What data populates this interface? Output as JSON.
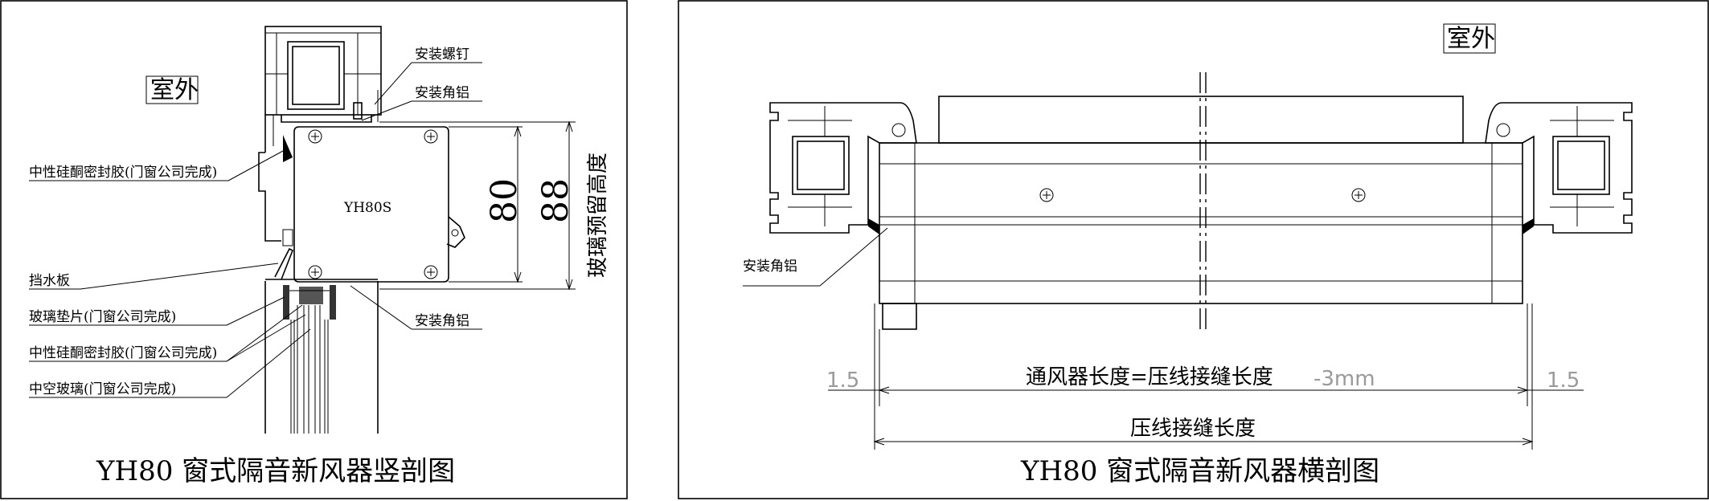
{
  "vertical_section": {
    "title": "YH80 窗式隔音新风器竖剖图",
    "outdoor_label": "室外",
    "unit_label": "YH80S",
    "dim_inner": "80",
    "dim_outer": "88",
    "dim_vertical_label": "玻璃预留高度",
    "callouts": {
      "screw": "安装螺钉",
      "bracket_top": "安装角铝",
      "bracket_bottom": "安装角铝",
      "sealant_1": "中性硅酮密封胶(门窗公司完成)",
      "water_board": "挡水板",
      "glass_pad": "玻璃垫片(门窗公司完成)",
      "sealant_2": "中性硅酮密封胶(门窗公司完成)",
      "insulated_glass": "中空玻璃(门窗公司完成)"
    }
  },
  "horizontal_section": {
    "title": "YH80 窗式隔音新风器横剖图",
    "outdoor_label": "室外",
    "callout_bracket": "安装角铝",
    "gap_left": "1.5",
    "gap_right": "1.5",
    "vent_length_label": "通风器长度=压线接缝长度",
    "vent_length_suffix": "-3mm",
    "seam_length_label": "压线接缝长度"
  }
}
